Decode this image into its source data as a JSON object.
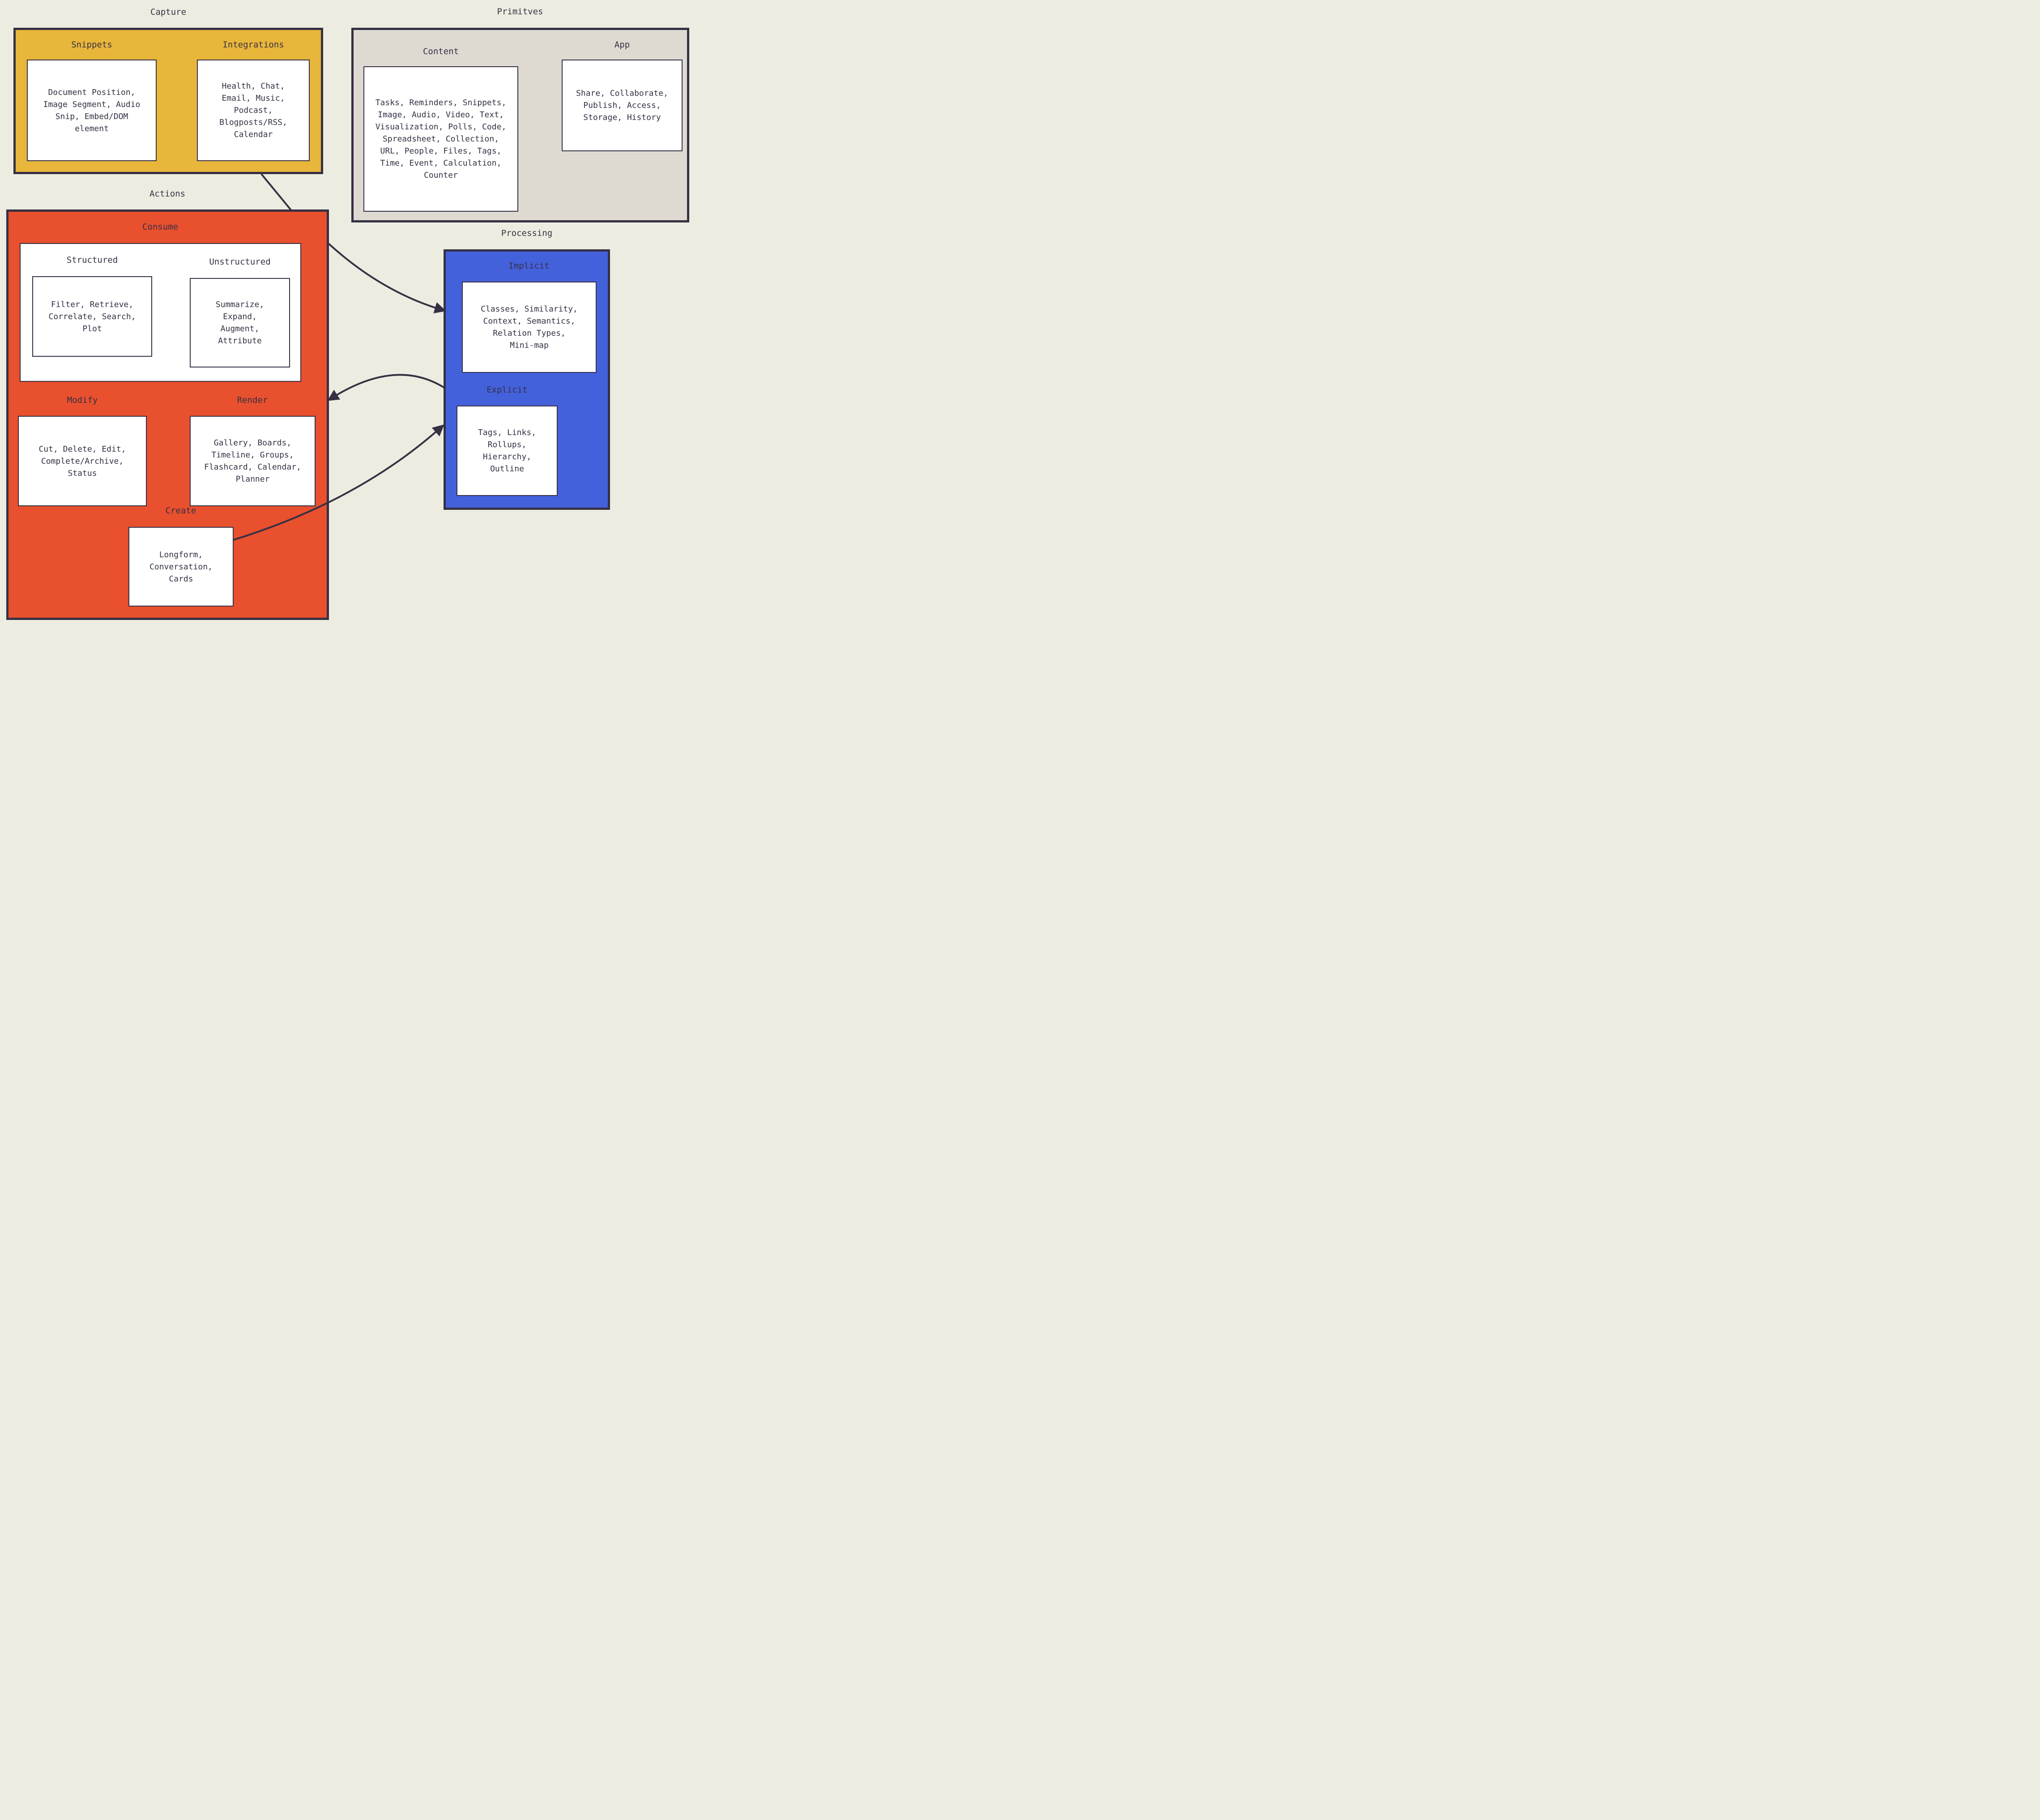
{
  "diagram": {
    "background": "#ECEDE0",
    "ink": "#363044",
    "groups": {
      "capture": {
        "label": "Capture",
        "color": "#E8B63A",
        "items": {
          "snippets": {
            "label": "Snippets",
            "text": "Document Position,\nImage Segment, Audio\nSnip, Embed/DOM\nelement"
          },
          "integrations": {
            "label": "Integrations",
            "text": "Health, Chat,\nEmail, Music,\nPodcast,\nBlogposts/RSS,\nCalendar"
          }
        }
      },
      "primitives": {
        "label": "Primitves",
        "color": "#DEDAD2",
        "items": {
          "content": {
            "label": "Content",
            "text": "Tasks, Reminders, Snippets,\nImage, Audio, Video, Text,\nVisualization, Polls, Code,\nSpreadsheet, Collection,\nURL, People, Files, Tags,\nTime, Event, Calculation,\nCounter"
          },
          "app": {
            "label": "App",
            "text": "Share, Collaborate,\nPublish, Access,\nStorage, History"
          }
        }
      },
      "actions": {
        "label": "Actions",
        "color": "#E8502E",
        "items": {
          "consume": {
            "label": "Consume",
            "items": {
              "structured": {
                "label": "Structured",
                "text": "Filter, Retrieve,\nCorrelate, Search,\nPlot"
              },
              "unstructured": {
                "label": "Unstructured",
                "text": "Summarize,\nExpand,\nAugment,\nAttribute"
              }
            }
          },
          "modify": {
            "label": "Modify",
            "text": "Cut, Delete, Edit,\nComplete/Archive,\nStatus"
          },
          "render": {
            "label": "Render",
            "text": "Gallery, Boards,\nTimeline, Groups,\nFlashcard, Calendar,\nPlanner"
          },
          "create": {
            "label": "Create",
            "text": "Longform,\nConversation,\nCards"
          }
        }
      },
      "processing": {
        "label": "Processing",
        "color": "#4461DC",
        "items": {
          "implicit": {
            "label": "Implicit",
            "text": "Classes, Similarity,\nContext, Semantics,\nRelation Types,\nMini-map"
          },
          "explicit": {
            "label": "Explicit",
            "text": "Tags, Links,\nRollups,\nHierarchy,\nOutline"
          }
        }
      }
    },
    "connectors": [
      {
        "from": "capture",
        "to": "actions",
        "arrow": false
      },
      {
        "from": "actions.consume",
        "to": "processing.implicit",
        "arrow": true
      },
      {
        "from": "processing",
        "to": "actions.render",
        "arrow": true
      },
      {
        "from": "actions.create",
        "to": "processing.explicit",
        "arrow": true
      }
    ]
  }
}
